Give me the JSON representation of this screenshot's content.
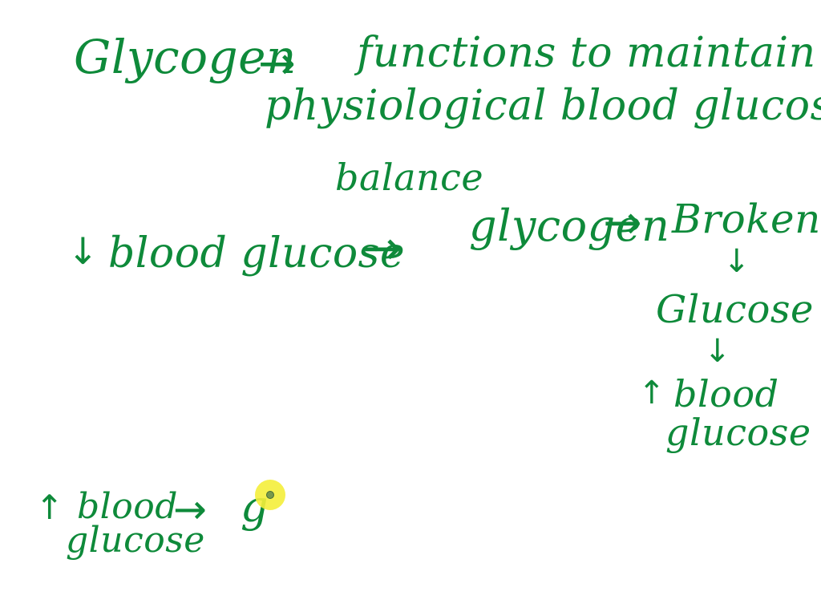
{
  "notes": {
    "glycogen_title": "Glycogen",
    "function_line1": "functions to maintain",
    "function_line2": "physiological blood glucose",
    "function_line3": "balance",
    "low_blood": "blood glucose",
    "glycogen_2": "glycogen",
    "broken": "Broken",
    "glucose_3": "Glucose",
    "blood_4": "blood",
    "glucose_4": "glucose",
    "blood_5": "blood",
    "glucose_5": "glucose",
    "partial_g": "g"
  },
  "arrows": {
    "right": "→",
    "down": "↓",
    "up": "↑"
  },
  "colors": {
    "ink": "#0e8a3a",
    "background": "#ffffff",
    "cursor_highlight": "#f5ef3b"
  }
}
